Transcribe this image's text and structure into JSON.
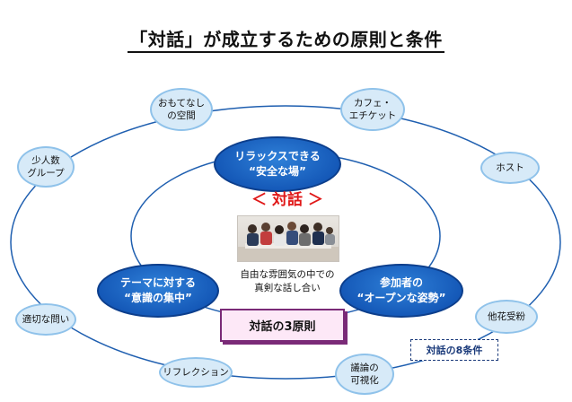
{
  "title": "「対話」が成立するための原則と条件",
  "center": {
    "label": "＜ 対話 ＞",
    "description": "自由な雰囲気の中での\n真剣な話し合い",
    "photo": "group-discussion-photo"
  },
  "principles": [
    "リラックスできる\n“安全な場”",
    "テーマに対する\n“意識の集中”",
    "参加者の\n“オープンな姿勢”"
  ],
  "conditions": [
    "おもてなし\nの空間",
    "カフェ・\nエチケット",
    "少人数\nグループ",
    "ホスト",
    "適切な問い",
    "他花受粉",
    "リフレクション",
    "議論の\n可視化"
  ],
  "principles_box": "対話の3原則",
  "conditions_box": "対話の8条件",
  "colors": {
    "big_node": "#1559b8",
    "small_node_fill": "#d7eaf8",
    "small_node_border": "#8fc2ea",
    "center_label": "#e01818",
    "principles_box_fill": "#fde8f7",
    "principles_box_border": "#7a2a77"
  }
}
